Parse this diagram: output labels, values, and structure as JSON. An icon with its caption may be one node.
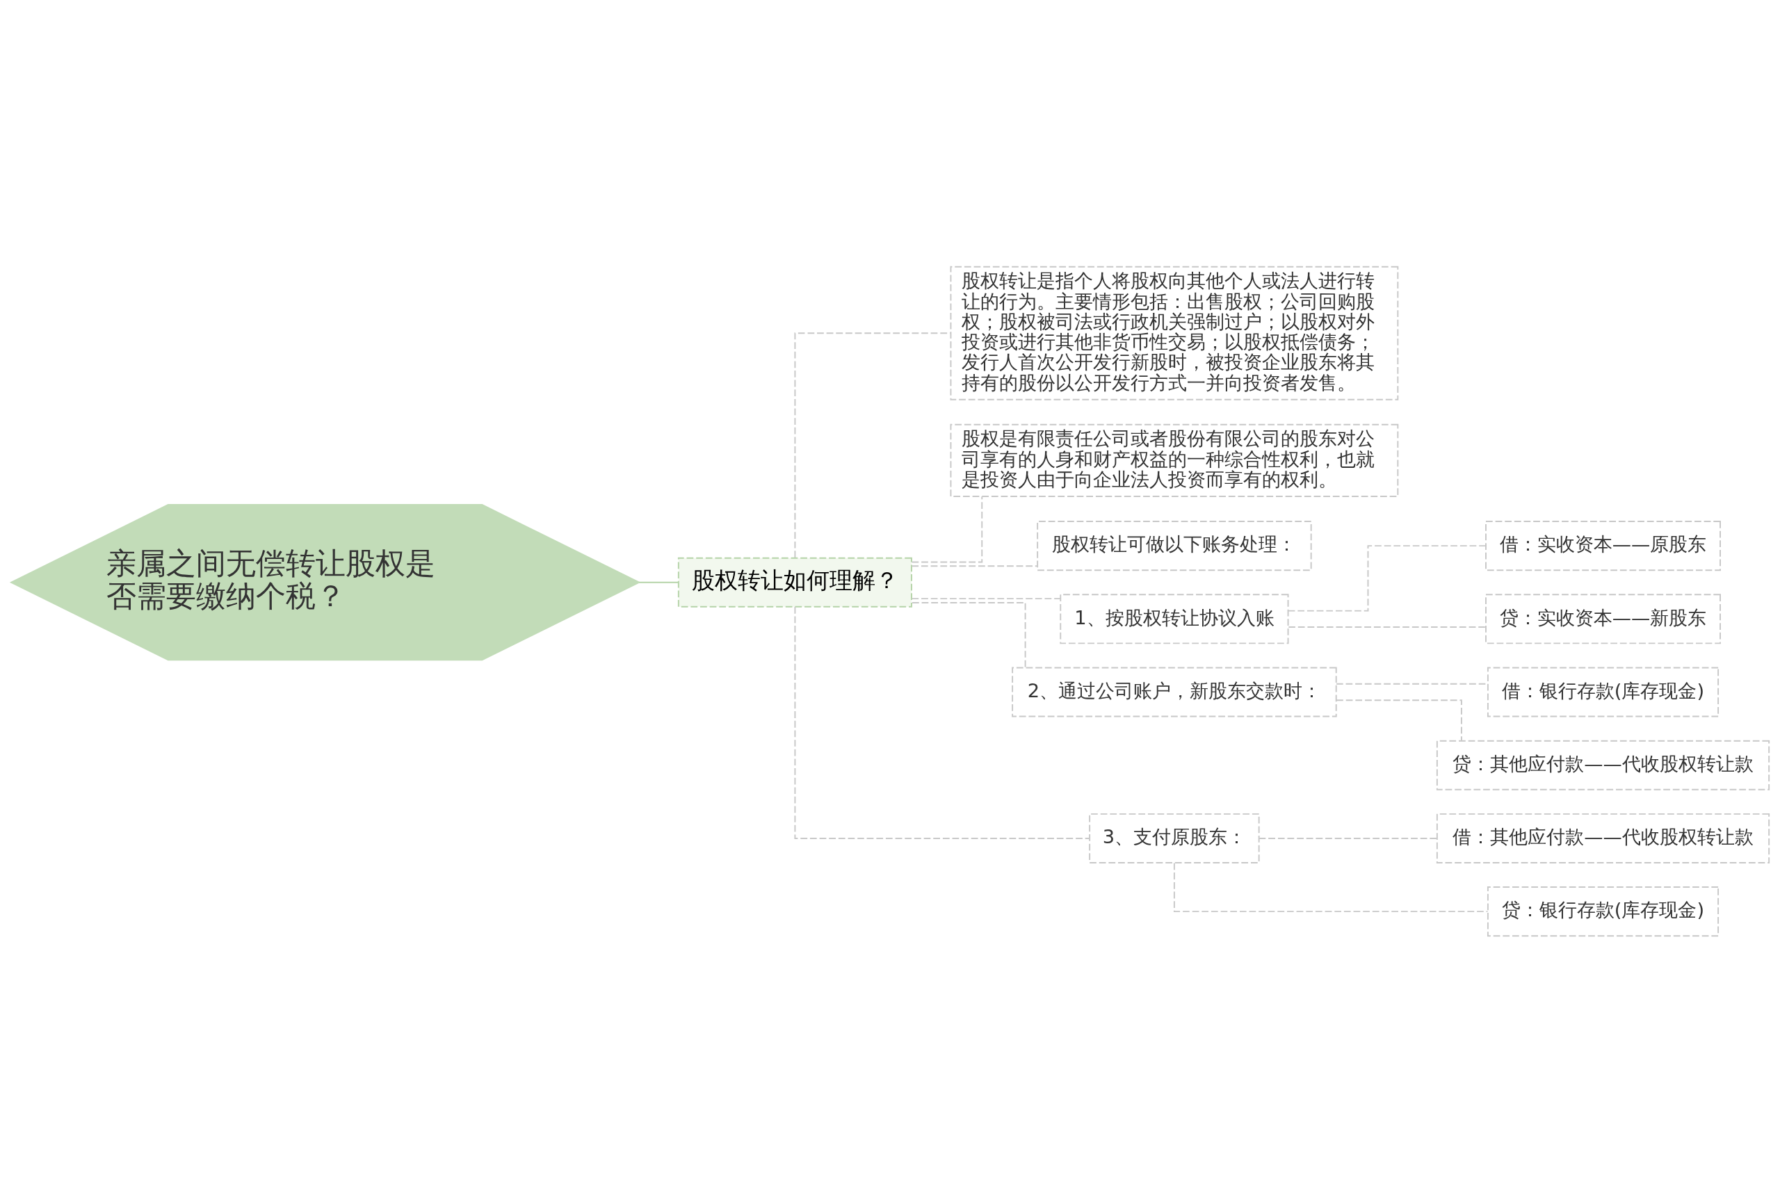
{
  "diagram": {
    "nodes": [
      {
        "text": [
          "亲属之间无偿转让股权是否需要缴纳个税？"
        ]
      },
      {
        "text": [
          "股权转让如何理解？"
        ]
      },
      {
        "text": [
          "股权转让是指个人将股权向其他个人或法人进行转让的行为。主要情形包括：出售股权；公司回购股权；股权被司法或行政机关强制过户；以股权对外投资或进行其他非货币性交易；以股权抵偿债务；发行人首次公开发行新股时，被投资企业股东将其持有的股份以公开发行方式一并向投资者发售。"
        ]
      },
      {
        "text": [
          "股权是有限责任公司或者股份有限公司的股东对公司享有的人身和财产权益的一种综合性权利，也就是投资人由于向企业法人投资而享有的权利。"
        ]
      },
      {
        "text": [
          "股权转让可做以下账务处理："
        ]
      },
      {
        "text": [
          "1、按股权转让协议入账"
        ]
      },
      {
        "text": [
          "借：实收资本——原股东"
        ]
      },
      {
        "text": [
          "贷：实收资本——新股东"
        ]
      },
      {
        "text": [
          "2、通过公司账户，新股东交款时："
        ]
      },
      {
        "text": [
          "借：银行存款(库存现金)"
        ]
      },
      {
        "text": [
          "贷：其他应付款——代收股权转让款"
        ]
      },
      {
        "text": [
          "3、支付原股东："
        ]
      },
      {
        "text": [
          "借：其他应付款——代收股权转让款"
        ]
      },
      {
        "text": [
          "贷：银行存款(库存现金)"
        ]
      }
    ],
    "edges": [
      {
        "from": 0,
        "to": 1,
        "arrow": "none",
        "color": "#b5d3a8"
      },
      {
        "from": 1,
        "to": 2,
        "arrow": "none",
        "style": "dashed"
      },
      {
        "from": 1,
        "to": 3,
        "arrow": "none",
        "style": "dashed"
      },
      {
        "from": 1,
        "to": 4,
        "arrow": "none",
        "style": "dashed"
      },
      {
        "from": 1,
        "to": 5,
        "arrow": "none",
        "style": "dashed"
      },
      {
        "from": 5,
        "to": 6,
        "arrow": "none",
        "style": "dashed"
      },
      {
        "from": 5,
        "to": 7,
        "arrow": "none",
        "style": "dashed"
      },
      {
        "from": 1,
        "to": 8,
        "arrow": "none",
        "style": "dashed"
      },
      {
        "from": 8,
        "to": 9,
        "arrow": "none",
        "style": "dashed"
      },
      {
        "from": 8,
        "to": 10,
        "arrow": "none",
        "style": "dashed"
      },
      {
        "from": 1,
        "to": 11,
        "arrow": "none",
        "style": "dashed"
      },
      {
        "from": 11,
        "to": 12,
        "arrow": "none",
        "style": "dashed"
      },
      {
        "from": 11,
        "to": 13,
        "arrow": "none",
        "style": "dashed"
      }
    ]
  }
}
